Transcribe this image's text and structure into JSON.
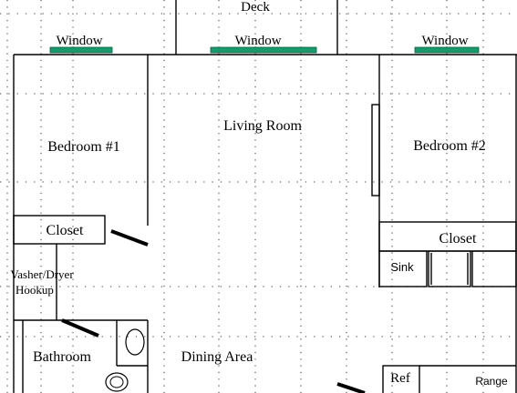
{
  "rooms": {
    "deck": "Deck",
    "window_left": "Window",
    "window_center": "Window",
    "window_right": "Window",
    "bedroom1": "Bedroom #1",
    "living_room": "Living Room",
    "bedroom2": "Bedroom #2",
    "closet1": "Closet",
    "closet2": "Closet",
    "sink": "Sink",
    "washer_dryer_line1": "Vasher/Dryer",
    "washer_dryer_line2": "Hookup",
    "bathroom": "Bathroom",
    "dining_area": "Dining Area",
    "ref": "Ref",
    "range": "Range"
  },
  "colors": {
    "window_fill": "#1a9a6c",
    "wall": "#000000",
    "grid_dot": "#6a6a6a"
  }
}
